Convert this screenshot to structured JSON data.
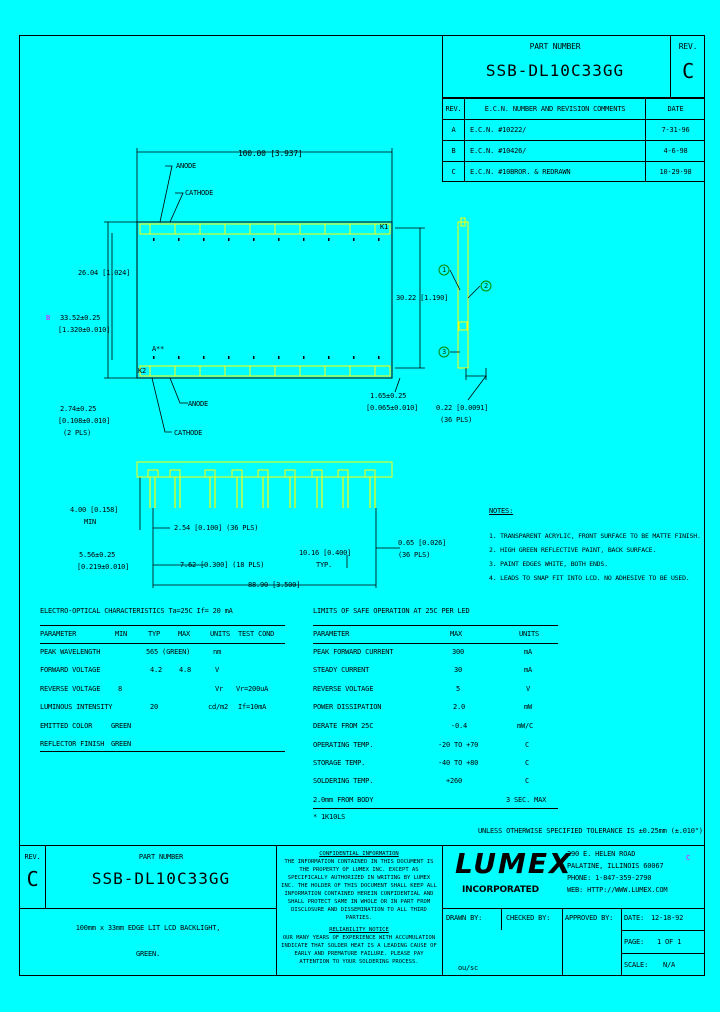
{
  "title_block": {
    "part_number_label": "PART NUMBER",
    "part_number": "SSB-DL10C33GG",
    "rev_label": "REV.",
    "rev": "C"
  },
  "revision_table": {
    "headers": [
      "REV.",
      "E.C.N. NUMBER AND REVISION COMMENTS",
      "DATE"
    ],
    "rows": [
      {
        "rev": "A",
        "comment": "E.C.N. #10222/",
        "date": "7-31-96"
      },
      {
        "rev": "B",
        "comment": "E.C.N. #10426/",
        "date": "4-6-98"
      },
      {
        "rev": "C",
        "comment": "E.C.N. #10BROR. & REDRAWN",
        "date": "10-29-98"
      }
    ]
  },
  "drawing": {
    "width_dim": "100.00 [3.937]",
    "anode_top": "ANODE",
    "cathode_top": "CATHODE",
    "dim_26": "26.04 [1.024]",
    "dim_33": "33.52±0.25",
    "dim_33b": "[1.320±0.010]",
    "dim_30": "30.22 [1.190]",
    "pin_k1": "K1",
    "pin_k2": "K2",
    "pin_a": "A**",
    "anode_bottom": "ANODE",
    "cathode_bottom": "CATHODE",
    "dim_274": "2.74±0.25",
    "dim_274b": "[0.108±0.010]",
    "dim_274c": "(2 PLS)",
    "dim_165": "1.65±0.25",
    "dim_165b": "[0.065±0.010]",
    "dim_022": "0.22 [0.0091]",
    "dim_022b": "(36 PLS)",
    "callout_1": "1",
    "callout_2": "2",
    "callout_3": "3",
    "callout_b": "B",
    "dim_400": "4.00 [0.158]",
    "dim_400b": "MIN",
    "dim_254": "2.54 [0.100] (36 PLS)",
    "dim_762": "7.62 [0.300] (18 PLS)",
    "dim_889": "88.90 [3.500]",
    "dim_1016": "10.16 [0.400]",
    "dim_1016b": "TYP.",
    "dim_065": "0.65 [0.026]",
    "dim_065b": "(36 PLS)",
    "dim_556": "5.56±0.25",
    "dim_556b": "[0.219±0.010]"
  },
  "notes": {
    "heading": "NOTES:",
    "items": [
      "1. TRANSPARENT ACRYLIC, FRONT SURFACE TO BE MATTE FINISH.",
      "2. HIGH GREEN REFLECTIVE PAINT, BACK SURFACE.",
      "3. PAINT EDGES WHITE, BOTH ENDS.",
      "4. LEADS TO SNAP FIT INTO LCD. NO ADHESIVE TO BE USED."
    ]
  },
  "eo_table": {
    "title": "ELECTRO-OPTICAL CHARACTERISTICS Ta=25C   If= 20 mA",
    "headers": [
      "PARAMETER",
      "MIN",
      "TYP",
      "MAX",
      "UNITS",
      "TEST COND"
    ],
    "rows": [
      [
        "PEAK WAVELENGTH",
        "",
        "565 (GREEN)",
        "",
        "nm",
        ""
      ],
      [
        "FORWARD VOLTAGE",
        "",
        "4.2",
        "4.8",
        "V",
        ""
      ],
      [
        "REVERSE VOLTAGE",
        "8",
        "",
        "",
        "Vr",
        "Vr=200uA"
      ],
      [
        "LUMINOUS INTENSITY",
        "",
        "20",
        "",
        "cd/m2",
        "If=10mA"
      ],
      [
        "EMITTED COLOR",
        "GREEN",
        "",
        "",
        "",
        ""
      ],
      [
        "REFLECTOR FINISH",
        "GREEN",
        "",
        "",
        "",
        ""
      ]
    ]
  },
  "limits_table": {
    "title": "LIMITS OF SAFE OPERATION AT 25C PER LED",
    "headers": [
      "PARAMETER",
      "MAX",
      "UNITS"
    ],
    "rows": [
      [
        "PEAK FORWARD CURRENT",
        "300",
        "mA"
      ],
      [
        "STEADY CURRENT",
        "30",
        "mA"
      ],
      [
        "REVERSE VOLTAGE",
        "5",
        "V"
      ],
      [
        "POWER DISSIPATION",
        "2.0",
        "mW"
      ],
      [
        "DERATE FROM 25C",
        "-0.4",
        "mW/C"
      ],
      [
        "OPERATING TEMP.",
        "-20 TO +70",
        "C"
      ],
      [
        "STORAGE TEMP.",
        "-40 TO +80",
        "C"
      ],
      [
        "SOLDERING TEMP.",
        "+260",
        "C"
      ],
      [
        "2.0mm FROM BODY",
        "",
        "3 SEC. MAX"
      ]
    ],
    "footnote": "* 1K10LS"
  },
  "tolerance_note": "UNLESS OTHERWISE SPECIFIED TOLERANCE IS ±0.25mm (±.010\")",
  "footer": {
    "rev_label": "REV.",
    "rev": "C",
    "part_number_label": "PART NUMBER",
    "part_number": "SSB-DL10C33GG",
    "description_1": "100mm x 33mm EDGE LIT LCD BACKLIGHT,",
    "description_2": "GREEN.",
    "confidential_title": "CONFIDENTIAL INFORMATION",
    "confidential_text": "THE INFORMATION CONTAINED IN THIS DOCUMENT IS THE PROPERTY OF LUMEX INC. EXCEPT AS SPECIFICALLY AUTHORIZED IN WRITING BY LUMEX INC. THE HOLDER OF THIS DOCUMENT SHALL KEEP ALL INFORMATION CONTAINED HEREIN CONFIDENTIAL AND SHALL PROTECT SAME IN WHOLE OR IN PART FROM DISCLOSURE AND DISSEMINATION TO ALL THIRD PARTIES.",
    "reliability_title": "RELIABILITY NOTICE",
    "reliability_text": "OUR MANY YEARS OF EXPERIENCE WITH ACCUMULATION INDICATE THAT SOLDER HEAT IS A LEADING CAUSE OF EARLY AND PREMATURE FAILURE. PLEASE PAY ATTENTION TO YOUR SOLDERING PROCESS.",
    "logo": "LUMEX",
    "logo_sub": "INCORPORATED",
    "address_1": "290 E. HELEN ROAD",
    "address_2": "PALATINE, ILLINOIS 60067",
    "phone": "PHONE: 1-847-359-2790",
    "web": "WEB: HTTP://WWW.LUMEX.COM",
    "drawn_by_label": "DRAWN BY:",
    "checked_by_label": "CHECKED BY:",
    "approved_by_label": "APPROVED BY:",
    "drawn_by": "ou/sc",
    "date_label": "DATE:",
    "date": "12-18-92",
    "page_label": "PAGE:",
    "page": "1 OF 1",
    "scale_label": "SCALE:",
    "scale": "N/A"
  },
  "colors": {
    "background": "#00ffff",
    "led": "#ffff00",
    "highlight": "#ff00ff",
    "callout": "#00aa00"
  }
}
